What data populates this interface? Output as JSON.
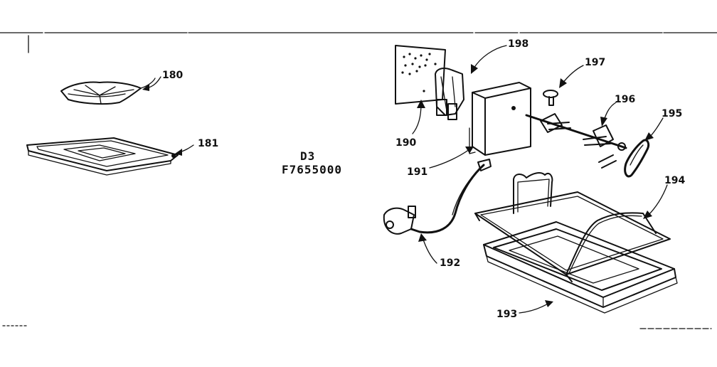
{
  "diagram": {
    "code_line1": "D3",
    "code_line2": "F7655000",
    "parts": {
      "p180": "180",
      "p181": "181",
      "p190": "190",
      "p191": "191",
      "p192": "192",
      "p193": "193",
      "p194": "194",
      "p195": "195",
      "p196": "196",
      "p197": "197",
      "p198": "198"
    }
  }
}
